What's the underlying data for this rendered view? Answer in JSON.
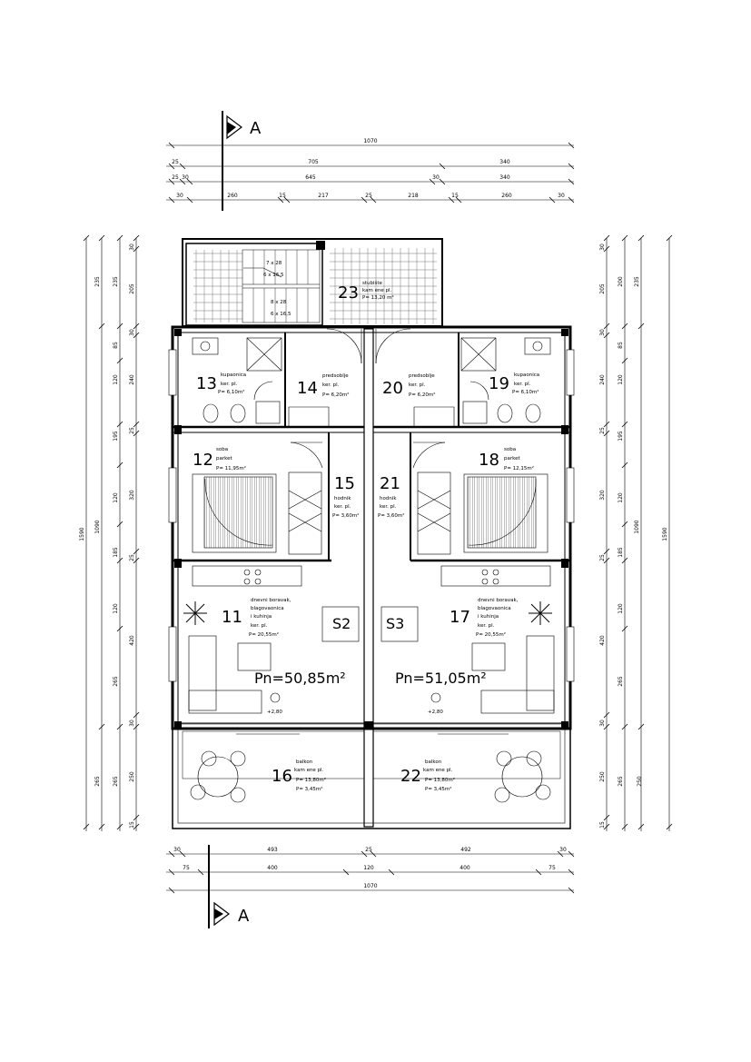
{
  "section_marker": {
    "letter": "A"
  },
  "dims_top": {
    "row1": [
      "1070"
    ],
    "row2": [
      "25",
      "705",
      "340"
    ],
    "row3": [
      "25",
      "30",
      "645",
      "30",
      "340"
    ],
    "row4": [
      "30",
      "260",
      "15",
      "217",
      "25",
      "218",
      "15",
      "260",
      "30"
    ]
  },
  "dims_bottom": {
    "row1": [
      "30",
      "493",
      "25",
      "492",
      "30"
    ],
    "row2": [
      "75",
      "400",
      "120",
      "400",
      "75"
    ],
    "row3": [
      "1070"
    ]
  },
  "dims_left": {
    "outer": [
      "1590"
    ],
    "mid": [
      "235",
      "1090"
    ],
    "inner1": [
      "85",
      "120",
      "195",
      "120",
      "185",
      "120",
      "265",
      "265"
    ],
    "inner2": [
      "235",
      "240",
      "320",
      "420",
      "265"
    ],
    "inner3": [
      "30",
      "205",
      "30",
      "25",
      "25",
      "30",
      "250",
      "15"
    ]
  },
  "dims_right": {
    "outer": [
      "1590"
    ],
    "mid": [
      "1090",
      "235"
    ],
    "inner1": [
      "205",
      "200",
      "240",
      "320",
      "420",
      "250"
    ],
    "inner2": [
      "85",
      "120",
      "195",
      "120",
      "185",
      "120",
      "265",
      "265"
    ],
    "inner3": [
      "30",
      "30",
      "25",
      "25",
      "30",
      "15"
    ]
  },
  "stair_notes": [
    "7 x 28",
    "6 x 16,5",
    "8 x 28",
    "6 x 16,5"
  ],
  "rooms": [
    {
      "num": "23",
      "name": "stubište",
      "floor": "kam ene pl.",
      "area": "P= 13,20 m²"
    },
    {
      "num": "13",
      "name": "kupaonica",
      "floor": "ker. pl.",
      "area": "P= 6,10m²"
    },
    {
      "num": "14",
      "name": "predsoblje",
      "floor": "ker. pl.",
      "area": "P= 6,20m²"
    },
    {
      "num": "20",
      "name": "predsoblje",
      "floor": "ker. pl.",
      "area": "P= 6,20m²"
    },
    {
      "num": "19",
      "name": "kupaonica",
      "floor": "ker. pl.",
      "area": "P= 6,10m²"
    },
    {
      "num": "12",
      "name": "soba",
      "floor": "parket",
      "area": "P= 11,95m²"
    },
    {
      "num": "15",
      "name": "hodnik",
      "floor": "ker. pl.",
      "area": "P= 3,60m²"
    },
    {
      "num": "21",
      "name": "hodnik",
      "floor": "ker. pl.",
      "area": "P= 3,60m²"
    },
    {
      "num": "18",
      "name": "soba",
      "floor": "parket",
      "area": "P= 12,15m²"
    },
    {
      "num": "11",
      "name": "dnevni boravak, blagovaonica i kuhinja",
      "floor": "ker. pl.",
      "area": "P= 20,55m²"
    },
    {
      "num": "17",
      "name": "dnevni boravak, blagovaonica i kuhinja",
      "floor": "ker. pl.",
      "area": "P= 20,55m²"
    },
    {
      "num": "16",
      "name": "balkon",
      "floor": "kam ene pl.",
      "area": "P= 13,80m²",
      "area2": "P= 3,45m²"
    },
    {
      "num": "22",
      "name": "balkon",
      "floor": "kam ene pl.",
      "area": "P= 13,80m²",
      "area2": "P= 3,45m²"
    }
  ],
  "units": [
    {
      "code": "S2",
      "net_area": "Pn=50,85m²",
      "level": "+2,80"
    },
    {
      "code": "S3",
      "net_area": "Pn=51,05m²",
      "level": "+2,80"
    }
  ]
}
